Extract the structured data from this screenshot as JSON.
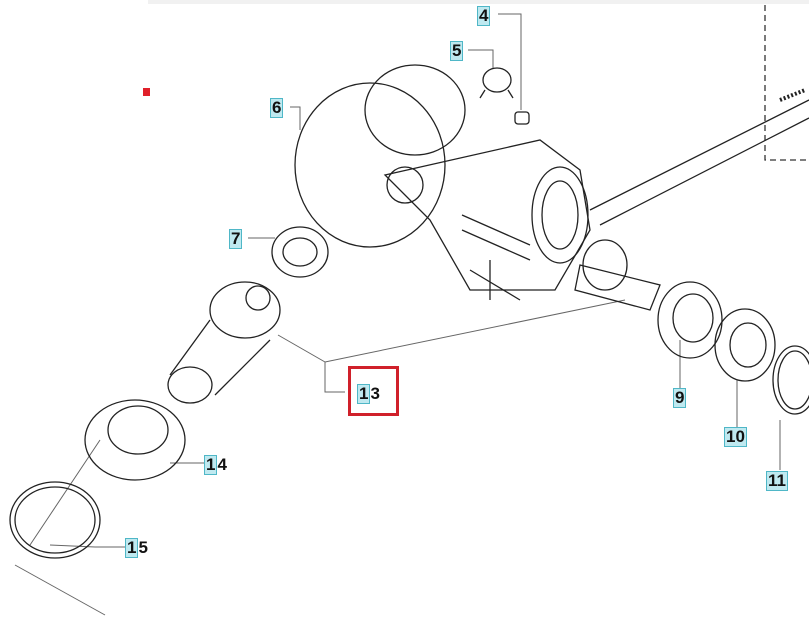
{
  "diagram": {
    "labels": [
      {
        "id": "4",
        "first": "4",
        "rest": ""
      },
      {
        "id": "5",
        "first": "5",
        "rest": ""
      },
      {
        "id": "6",
        "first": "6",
        "rest": ""
      },
      {
        "id": "7",
        "first": "7",
        "rest": ""
      },
      {
        "id": "9",
        "first": "9",
        "rest": ""
      },
      {
        "id": "10",
        "first": "10",
        "rest": ""
      },
      {
        "id": "11",
        "first": "11",
        "rest": ""
      },
      {
        "id": "13",
        "first": "1",
        "rest": "3"
      },
      {
        "id": "14",
        "first": "1",
        "rest": "4"
      },
      {
        "id": "15",
        "first": "1",
        "rest": "5"
      }
    ],
    "highlighted_part": "13",
    "colors": {
      "highlight": "#d0202a",
      "label_fill": "#bfe9f0",
      "label_border": "#4fb7c7"
    }
  }
}
